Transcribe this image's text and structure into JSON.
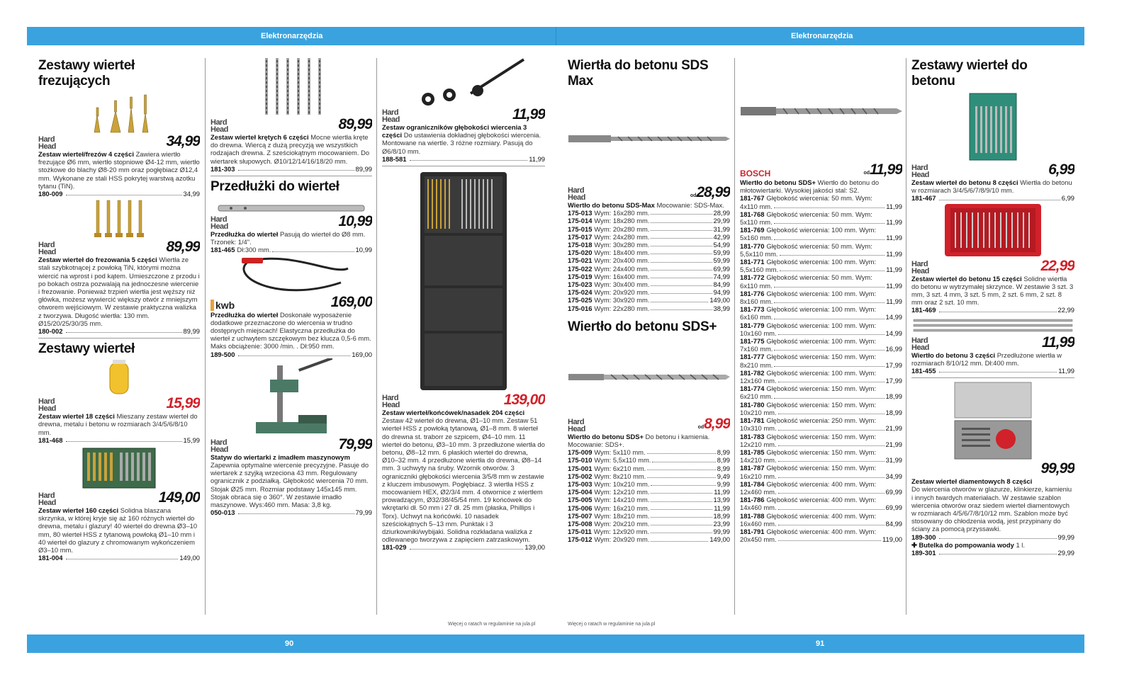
{
  "header": {
    "left": "Elektronarzędzia",
    "right": "Elektronarzędzia"
  },
  "footer": {
    "left_page": "90",
    "right_page": "91",
    "note_left": "Więcej o ratach w regulaminie na jula.pl",
    "note_right": "Więcej o ratach w regulaminie na jula.pl"
  },
  "brands": {
    "hardhead": "Hard Head",
    "bosch": "BOSCH",
    "kwb": "kwb"
  },
  "col1": {
    "title1": "Zestawy wierteł frezujących",
    "p1": {
      "price": "34,99",
      "name": "Zestaw wierteł/frezów 4 części",
      "desc": " Zawiera wiertło frezujące Ø6 mm, wiertło stopniowe Ø4-12 mm, wiertło stożkowe do blachy Ø8-20 mm oraz pogłębiacz Ø12,4 mm. Wykonane ze stali HSS pokrytej warstwą azotku tytanu (TiN).",
      "code": "180-009",
      "rowprice": "34,99"
    },
    "p2": {
      "price": "89,99",
      "name": "Zestaw wierteł do frezowania 5 części",
      "desc": " Wiertła ze stali szybkotnącej z powłoką TiN, którymi można wiercić na wprost i pod kątem. Umieszczone z przodu i po bokach ostrza pozwalają na jednoczesne wiercenie i frezowanie. Ponieważ trzpień wiertła jest węższy niż główka, możesz wywiercić większy otwór z mniejszym otworem wejściowym. W zestawie praktyczna walizka z tworzywa. Długość wiertła: 130 mm. Ø15/20/25/30/35 mm.",
      "code": "180-002",
      "rowprice": "89,99"
    },
    "title2": "Zestawy wierteł",
    "p3": {
      "price": "15,99",
      "name": "Zestaw wierteł 18 części",
      "desc": " Mieszany zestaw wierteł do drewna, metalu i betonu w rozmiarach 3/4/5/6/8/10 mm.",
      "code": "181-468",
      "rowprice": "15,99"
    },
    "p4": {
      "price": "149,00",
      "name": "Zestaw wierteł 160 części",
      "desc": " Solidna blaszana skrzynka, w której kryje się aż 160 różnych wierteł do drewna, metalu i glazury! 40 wierteł do drewna Ø3–10 mm, 80 wierteł HSS z tytanową powłoką Ø1–10 mm i 40 wierteł do glazury z chromowanym wykończeniem Ø3–10 mm.",
      "code": "181-004",
      "rowprice": "149,00"
    }
  },
  "col2": {
    "p1": {
      "price": "89,99",
      "name": "Zestaw wierteł krętych 6 części",
      "desc": " Mocne wiertła kręte do drewna. Wiercą z dużą precyzją we wszystkich rodzajach drewna. Z sześciokątnym mocowaniem. Do wiertarek słupowych. Ø10/12/14/16/18/20 mm.",
      "code": "181-303",
      "rowprice": "89,99"
    },
    "title": "Przedłużki do wierteł",
    "p2": {
      "price": "10,99",
      "name": "Przedłużka do wierteł",
      "desc": " Pasują do wierteł do Ø8 mm. Trzonek: 1/4\".",
      "code": "181-465",
      "codetxt": "Dł:300 mm.",
      "rowprice": "10,99"
    },
    "p3": {
      "price": "169,00",
      "name": "Przedłużka do wierteł",
      "desc": " Doskonałe wyposażenie dodatkowe przeznaczone do wiercenia w trudno dostępnych miejscach! Elastyczna przedłużka do wierteł z uchwytem szczękowym bez klucza 0,5-6 mm. Maks obciążenie: 3000 /min. . Dł:950 mm.",
      "code": "189-500",
      "rowprice": "169,00"
    },
    "p4": {
      "price": "79,99",
      "name": "Statyw do wiertarki z imadłem maszynowym",
      "desc": " Zapewnia optymalne wiercenie precyzyjne. Pasuje do wiertarek z szyjką wrzeciona 43 mm. Regulowany ogranicznik z podziałką. Głębokość wiercenia 70 mm. Stojak Ø25 mm. Rozmiar podstawy 145x145 mm. Stojak obraca się o 360°. W zestawie imadło maszynowe. Wys:460 mm. Masa: 3,8 kg.",
      "code": "050-013",
      "rowprice": "79,99"
    }
  },
  "col3": {
    "p1": {
      "price": "11,99",
      "name": "Zestaw ograniczników głębokości wiercenia 3 części",
      "desc": " Do ustawienia dokładnej głębokości wiercenia. Montowane na wiertle. 3 różne rozmiary. Pasują do Ø6/8/10 mm.",
      "code": "188-581",
      "rowprice": "11,99"
    },
    "p2": {
      "price": "139,00",
      "name": "Zestaw wierteł/końcówek/nasadek 204 części",
      "desc": "Zestaw 42 wierteł do drewna, Ø1–10 mm. Zestaw 51 wierteł HSS z powłoką tytanową, Ø1–8 mm. 8 wierteł do drewna st. traborr ze szpicem, Ø4–10 mm. 11 wierteł do betonu, Ø3–10 mm. 3 przedłużone wiertła do betonu, Ø8–12 mm. 6 płaskich wierteł do drewna, Ø10–32 mm. 4 przedłużone wiertła do drewna, Ø8–14 mm. 3 uchwyty na śruby. Wzornik otworów. 3 ograniczniki głębokości wiercenia 3/5/8 mm w zestawie z kluczem imbusowym. Pogłębiacz. 3 wiertła HSS z mocowaniem HEX, Ø2/3/4 mm. 4 otwornice z wiertłem prowadzącym, Ø32/38/45/54 mm. 19 końcówek do wkrętarki dł. 50 mm i 27 dł. 25 mm (płaska, Phillips i Torx). Uchwyt na końcówki. 10 nasadek sześciokątnych 5–13 mm. Punktak i 3 dziurkowniki/wybijaki. Solidna rozkładana walizka z odlewanego tworzywa z zapięciem zatrzaskowym.",
      "code": "181-029",
      "rowprice": "139,00"
    }
  },
  "col4": {
    "title1": "Wiertła do betonu SDS Max",
    "p1": {
      "price": "28,99",
      "prefix": "od",
      "name": "Wiertło do betonu SDS-Max",
      "desc": " Mocowanie: SDS-Max.",
      "rows": [
        [
          "175-013",
          "Wym: 16x280 mm.",
          "28,99"
        ],
        [
          "175-014",
          "Wym: 18x280 mm.",
          "29,99"
        ],
        [
          "175-015",
          "Wym: 20x280 mm.",
          "31,99"
        ],
        [
          "175-017",
          "Wym: 24x280 mm.",
          "42,99"
        ],
        [
          "175-018",
          "Wym: 30x280 mm.",
          "54,99"
        ],
        [
          "175-020",
          "Wym: 18x400 mm.",
          "59,99"
        ],
        [
          "175-021",
          "Wym: 20x400 mm.",
          "59,99"
        ],
        [
          "175-022",
          "Wym: 24x400 mm.",
          "69,99"
        ],
        [
          "175-019",
          "Wym: 16x400 mm.",
          "74,99"
        ],
        [
          "175-023",
          "Wym: 30x400 mm.",
          "84,99"
        ],
        [
          "175-024",
          "Wym: 20x920 mm.",
          "94,99"
        ],
        [
          "175-025",
          "Wym: 30x920 mm.",
          "149,00"
        ],
        [
          "175-016",
          "Wym: 22x280 mm.",
          "38,99"
        ]
      ]
    },
    "title2": "Wiertło do betonu SDS+",
    "p2": {
      "price": "8,99",
      "prefix": "od",
      "name": "Wiertło do betonu SDS+",
      "desc": " Do betonu i kamienia. Mocowanie: SDS+.",
      "rows": [
        [
          "175-009",
          "Wym: 5x110 mm.",
          "8,99"
        ],
        [
          "175-010",
          "Wym: 5,5x110 mm.",
          "8,99"
        ],
        [
          "175-001",
          "Wym: 6x210 mm.",
          "8,99"
        ],
        [
          "175-002",
          "Wym: 8x210 mm.",
          "9,49"
        ],
        [
          "175-003",
          "Wym: 10x210 mm.",
          "9,99"
        ],
        [
          "175-004",
          "Wym: 12x210 mm.",
          "11,99"
        ],
        [
          "175-005",
          "Wym: 14x210 mm.",
          "13,99"
        ],
        [
          "175-006",
          "Wym: 16x210 mm.",
          "11,99"
        ],
        [
          "175-007",
          "Wym: 18x210 mm.",
          "18,99"
        ],
        [
          "175-008",
          "Wym: 20x210 mm.",
          "23,99"
        ],
        [
          "175-011",
          "Wym: 12x920 mm.",
          "99,99"
        ],
        [
          "175-012",
          "Wym: 20x920 mm.",
          "149,00"
        ]
      ]
    }
  },
  "col5": {
    "p1": {
      "price": "11,99",
      "prefix": "od",
      "name": "Wiertło do betonu SDS+",
      "desc": " Wiertło do betonu do młotowiertarki. Wysokiej jakości stal: S2.",
      "rows": [
        [
          "181-767",
          "Głębokość wiercenia: 50 mm. Wym:",
          "4x110 mm.",
          "11,99"
        ],
        [
          "181-768",
          "Głębokość wiercenia: 50 mm. Wym:",
          "5x110 mm.",
          "11,99"
        ],
        [
          "181-769",
          "Głębokość wiercenia: 100 mm. Wym:",
          "5x160 mm.",
          "11,99"
        ],
        [
          "181-770",
          "Głębokość wiercenia: 50 mm. Wym:",
          "5,5x110 mm.",
          "11,99"
        ],
        [
          "181-771",
          "Głębokość wiercenia: 100 mm. Wym:",
          "5,5x160 mm.",
          "11,99"
        ],
        [
          "181-772",
          "Głębokość wiercenia: 50 mm. Wym:",
          "6x110 mm.",
          "11,99"
        ],
        [
          "181-776",
          "Głębokość wiercenia: 100 mm. Wym:",
          "8x160 mm.",
          "11,99"
        ],
        [
          "181-773",
          "Głębokość wiercenia: 100 mm. Wym:",
          "6x160 mm.",
          "14,99"
        ],
        [
          "181-779",
          "Głębokość wiercenia: 100 mm. Wym:",
          "10x160 mm.",
          "14,99"
        ],
        [
          "181-775",
          "Głębokość wiercenia: 100 mm. Wym:",
          "7x160 mm.",
          "16,99"
        ],
        [
          "181-777",
          "Głębokość wiercenia: 150 mm. Wym:",
          "8x210 mm.",
          "17,99"
        ],
        [
          "181-782",
          "Głębokość wiercenia: 100 mm. Wym:",
          "12x160 mm.",
          "17,99"
        ],
        [
          "181-774",
          "Głębokość wiercenia: 150 mm. Wym:",
          "6x210 mm.",
          "18,99"
        ],
        [
          "181-780",
          "Głębokość wiercenia: 150 mm. Wym:",
          "10x210 mm.",
          "18,99"
        ],
        [
          "181-781",
          "Głębokość wiercenia: 250 mm. Wym:",
          "10x310 mm.",
          "21,99"
        ],
        [
          "181-783",
          "Głębokość wiercenia: 150 mm. Wym:",
          "12x210 mm.",
          "21,99"
        ],
        [
          "181-785",
          "Głębokość wiercenia: 150 mm. Wym:",
          "14x210 mm.",
          "31,99"
        ],
        [
          "181-787",
          "Głębokość wiercenia: 150 mm. Wym:",
          "16x210 mm.",
          "34,99"
        ],
        [
          "181-784",
          "Głębokość wiercenia: 400 mm. Wym:",
          "12x460 mm.",
          "69,99"
        ],
        [
          "181-786",
          "Głębokość wiercenia: 400 mm. Wym:",
          "14x460 mm.",
          "69,99"
        ],
        [
          "181-788",
          "Głębokość wiercenia: 400 mm. Wym:",
          "16x460 mm.",
          "84,99"
        ],
        [
          "181-791",
          "Głębokość wiercenia: 400 mm. Wym:",
          "20x450 mm.",
          "119,00"
        ]
      ]
    }
  },
  "col6": {
    "title": "Zestawy wierteł do betonu",
    "p1": {
      "price": "6,99",
      "name": "Zestaw wierteł do betonu 8 części",
      "desc": " Wiertła do betonu w rozmiarach 3/4/5/6/7/8/9/10 mm.",
      "code": "181-467",
      "rowprice": "6,99"
    },
    "p2": {
      "price": "22,99",
      "name": "Zestaw wierteł do betonu 15 części",
      "desc": " Solidne wiertła do betonu w wytrzymałej skrzynce. W zestawie 3 szt. 3 mm, 3 szt. 4 mm, 3 szt. 5 mm, 2 szt. 6 mm, 2 szt. 8 mm oraz 2 szt. 10 mm.",
      "code": "181-469",
      "rowprice": "22,99"
    },
    "p3": {
      "price": "11,99",
      "name": "Wiertło do betonu 3 części",
      "desc": " Przedłużone wiertła w rozmiarach 8/10/12 mm. Dł:400 mm.",
      "code": "181-455",
      "rowprice": "11,99"
    },
    "p4": {
      "price": "99,99",
      "name": "Zestaw wierteł diamentowych 8 części",
      "desc": "Do wiercenia otworów w glazurze, klinkierze, kamieniu i innych twardych materiałach. W zestawie szablon wiercenia otworów oraz siedem wierteł diamentowych w rozmiarach 4/5/6/7/8/10/12 mm. Szablon może być stosowany do chłodzenia wodą, jest przypinany do ściany za pomocą przyssawki.",
      "code": "189-300",
      "rowprice": "99,99",
      "extra_name": "✚ Butelka do pompowania wody",
      "extra_desc": " 1 l.",
      "extra_code": "189-301",
      "extra_price": "29,99"
    }
  },
  "colors": {
    "band": "#3aa3df",
    "price_red": "#d1212a"
  }
}
